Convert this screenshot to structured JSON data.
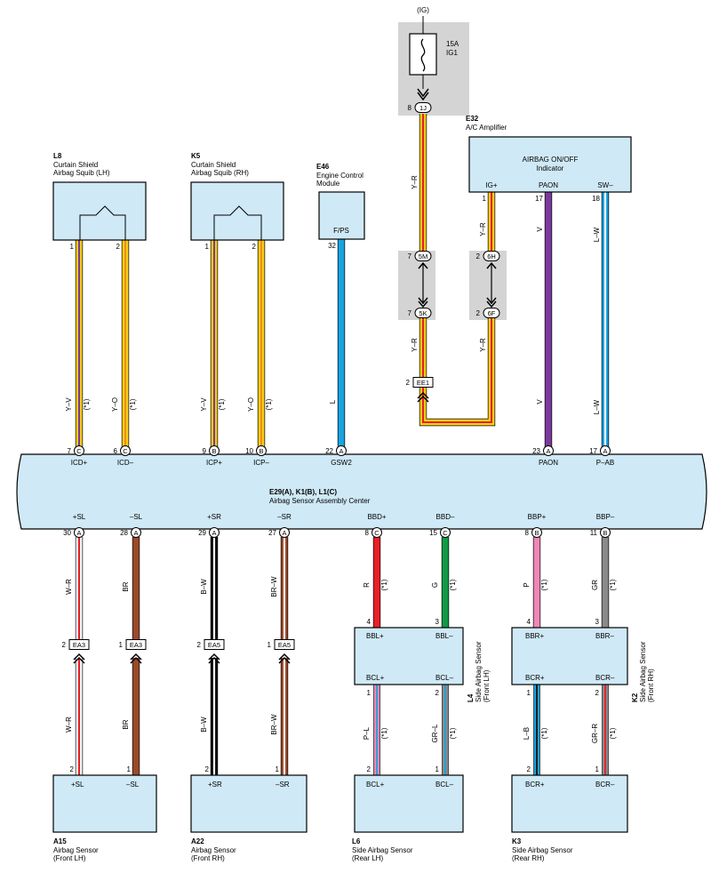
{
  "components": {
    "l8": {
      "id": "L8",
      "name1": "Curtain Shield",
      "name2": "Airbag Squib (LH)"
    },
    "k5": {
      "id": "K5",
      "name1": "Curtain Shield",
      "name2": "Airbag Squib (RH)"
    },
    "e46": {
      "id": "E46",
      "name1": "Engine Control",
      "name2": "Module",
      "pin": "F/PS"
    },
    "e32": {
      "id": "E32",
      "name1": "A/C Amplifier",
      "inner1": "AIRBAG ON/OFF",
      "inner2": "Indicator",
      "pins": [
        "IG+",
        "PAON",
        "SW–"
      ]
    },
    "fuse": {
      "source": "(IG)",
      "rating": "15A",
      "name": "IG1"
    },
    "center": {
      "id": "E29(A), K1(B), L1(C)",
      "name": "Airbag Sensor Assembly Center",
      "top_pins": [
        "ICD+",
        "ICD–",
        "ICP+",
        "ICP–",
        "GSW2",
        "PAON",
        "P–AB"
      ],
      "bottom_pins": [
        "+SL",
        "–SL",
        "+SR",
        "–SR",
        "BBD+",
        "BBD–",
        "BBP+",
        "BBP–"
      ]
    },
    "l4": {
      "id": "L4",
      "name1": "Side Airbag Sensor",
      "name2": "(Front LH)",
      "pins": [
        "BBL+",
        "BBL–",
        "BCL+",
        "BCL–"
      ]
    },
    "k2": {
      "id": "K2",
      "name1": "Side Airbag Sensor",
      "name2": "(Front RH)",
      "pins": [
        "BBR+",
        "BBR–",
        "BCR+",
        "BCR–"
      ]
    },
    "a15": {
      "id": "A15",
      "name1": "Airbag Sensor",
      "name2": "(Front LH)",
      "pins": [
        "+SL",
        "–SL"
      ]
    },
    "a22": {
      "id": "A22",
      "name1": "Airbag Sensor",
      "name2": "(Front RH)",
      "pins": [
        "+SR",
        "–SR"
      ]
    },
    "l6": {
      "id": "L6",
      "name1": "Side Airbag Sensor",
      "name2": "(Rear LH)",
      "pins": [
        "BCL+",
        "BCL–"
      ]
    },
    "k3": {
      "id": "K3",
      "name1": "Side Airbag Sensor",
      "name2": "(Rear RH)",
      "pins": [
        "BCR+",
        "BCR–"
      ]
    }
  },
  "connectors": {
    "c1J": {
      "pin": "8",
      "label": "1J"
    },
    "c5M": {
      "pin": "7",
      "label": "5M"
    },
    "c5K": {
      "pin": "7",
      "label": "5K"
    },
    "c6H": {
      "pin": "2",
      "label": "6H"
    },
    "c6F": {
      "pin": "2",
      "label": "6F"
    },
    "cEE1": {
      "pin": "2",
      "label": "EE1"
    },
    "cEA3a": {
      "pin": "2",
      "label": "EA3"
    },
    "cEA3b": {
      "pin": "1",
      "label": "EA3"
    },
    "cEA5a": {
      "pin": "2",
      "label": "EA5"
    },
    "cEA5b": {
      "pin": "1",
      "label": "EA5"
    }
  },
  "wires": {
    "w_l8_1": {
      "color": "Y–V",
      "note": "(*1)",
      "pin_top": "1",
      "pin_bot": "7",
      "letter": "C"
    },
    "w_l8_2": {
      "color": "Y–O",
      "note": "(*1)",
      "pin_top": "2",
      "pin_bot": "6",
      "letter": "C"
    },
    "w_k5_1": {
      "color": "Y–V",
      "note": "(*1)",
      "pin_top": "1",
      "pin_bot": "9",
      "letter": "B"
    },
    "w_k5_2": {
      "color": "Y–O",
      "note": "(*1)",
      "pin_top": "2",
      "pin_bot": "10",
      "letter": "B"
    },
    "w_gsw": {
      "color": "L",
      "pin_top": "32",
      "pin_bot": "22",
      "letter": "A"
    },
    "w_fuse_a": {
      "color": "Y–R"
    },
    "w_fuse_b": {
      "color": "Y–R"
    },
    "w_ig_a": {
      "color": "Y–R",
      "pin_top": "1"
    },
    "w_ig_b": {
      "color": "Y–R"
    },
    "w_paon": {
      "color": "V",
      "color2": "V",
      "pin_top": "17",
      "pin_bot": "23",
      "letter": "A"
    },
    "w_swab": {
      "color": "L–W",
      "color2": "L–W",
      "pin_top": "18",
      "pin_bot": "17",
      "letter": "A"
    },
    "w_psl_a": {
      "color": "W–R",
      "pin_top": "30",
      "letter": "A"
    },
    "w_psl_b": {
      "color": "W–R",
      "pin_bot": "2"
    },
    "w_msl_a": {
      "color": "BR",
      "pin_top": "28",
      "letter": "A"
    },
    "w_msl_b": {
      "color": "BR",
      "pin_bot": "1"
    },
    "w_psr_a": {
      "color": "B–W",
      "pin_top": "29",
      "letter": "A"
    },
    "w_psr_b": {
      "color": "B–W",
      "pin_bot": "2"
    },
    "w_msr_a": {
      "color": "BR–W",
      "pin_top": "27",
      "letter": "A"
    },
    "w_msr_b": {
      "color": "BR–W",
      "pin_bot": "1"
    },
    "w_bbd_p": {
      "color": "R",
      "note": "(*1)",
      "pin_top": "8",
      "pin_bot": "4",
      "letter": "C"
    },
    "w_bbd_m": {
      "color": "G",
      "note": "(*1)",
      "pin_top": "15",
      "pin_bot": "3",
      "letter": "C"
    },
    "w_bbp_p": {
      "color": "P",
      "note": "(*1)",
      "pin_top": "8",
      "pin_bot": "4",
      "letter": "B"
    },
    "w_bbp_m": {
      "color": "GR",
      "note": "(*1)",
      "pin_top": "11",
      "pin_bot": "3",
      "letter": "B"
    },
    "w_bcl_p": {
      "color": "P–L",
      "note": "(*1)",
      "pin_top": "1",
      "pin_bot": "2"
    },
    "w_bcl_m": {
      "color": "GR–L",
      "note": "(*1)",
      "pin_top": "2",
      "pin_bot": "1"
    },
    "w_bcr_p": {
      "color": "L–B",
      "note": "(*1)",
      "pin_top": "1",
      "pin_bot": "2"
    },
    "w_bcr_m": {
      "color": "GR–R",
      "note": "(*1)",
      "pin_top": "2",
      "pin_bot": "1"
    }
  },
  "wire_colors": {
    "yellow": "#f7d117",
    "orange": "#f28c1c",
    "violet": "#7c3a9c",
    "red": "#e8202a",
    "green": "#0f9b48",
    "pink": "#ef86b6",
    "gray": "#8a8a8a",
    "brown": "#9c4a2a",
    "blue": "#1aa3e0",
    "black": "#111111",
    "white": "#ffffff"
  },
  "box_fill": "#cfe9f6",
  "icons": [
    "fuse-icon",
    "connector-arrow-icon",
    "squib-icon"
  ]
}
